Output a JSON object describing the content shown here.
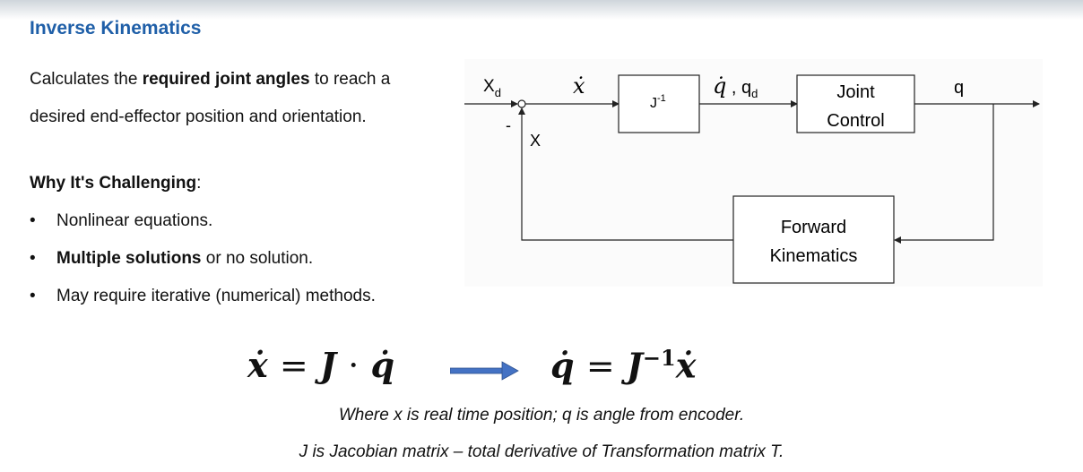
{
  "slide": {
    "title": "Inverse Kinematics",
    "intro": {
      "part1": "Calculates the ",
      "bold": "required joint angles",
      "part2": " to reach a desired end-effector position and orientation."
    },
    "why_label": "Why It's Challenging",
    "why_colon": ":",
    "bullets": [
      {
        "bold": "",
        "text": "Nonlinear equations."
      },
      {
        "bold": "Multiple solutions",
        "text": " or no solution."
      },
      {
        "bold": "",
        "text": "May require iterative (numerical) methods."
      }
    ],
    "bullet_symbol": "•"
  },
  "diagram": {
    "input_label": "X",
    "input_sub": "d",
    "minus_sign": "-",
    "feedback_label": "X",
    "xdot_label": "ẋ",
    "jinv_base": "J",
    "jinv_exp": "-1",
    "qdot_label": "q̇",
    "comma": " , ",
    "qd_base": "q",
    "qd_sub": "d",
    "joint_control_line1": "Joint",
    "joint_control_line2": "Control",
    "output_label": "q",
    "forward_line1": "Forward",
    "forward_line2": "Kinematics"
  },
  "equations": {
    "left": {
      "xdot": "ẋ",
      "eq": "=",
      "J": "J",
      "dot": "·",
      "qdot": "q̇"
    },
    "right": {
      "qdot": "q̇",
      "eq": "=",
      "J": "J",
      "exp": "−1",
      "xdot": "ẋ"
    },
    "arrow_color": "#4472c4"
  },
  "captions": [
    "Where x is real time position; q is angle from encoder.",
    "J is Jacobian matrix – total derivative of Transformation matrix T."
  ]
}
